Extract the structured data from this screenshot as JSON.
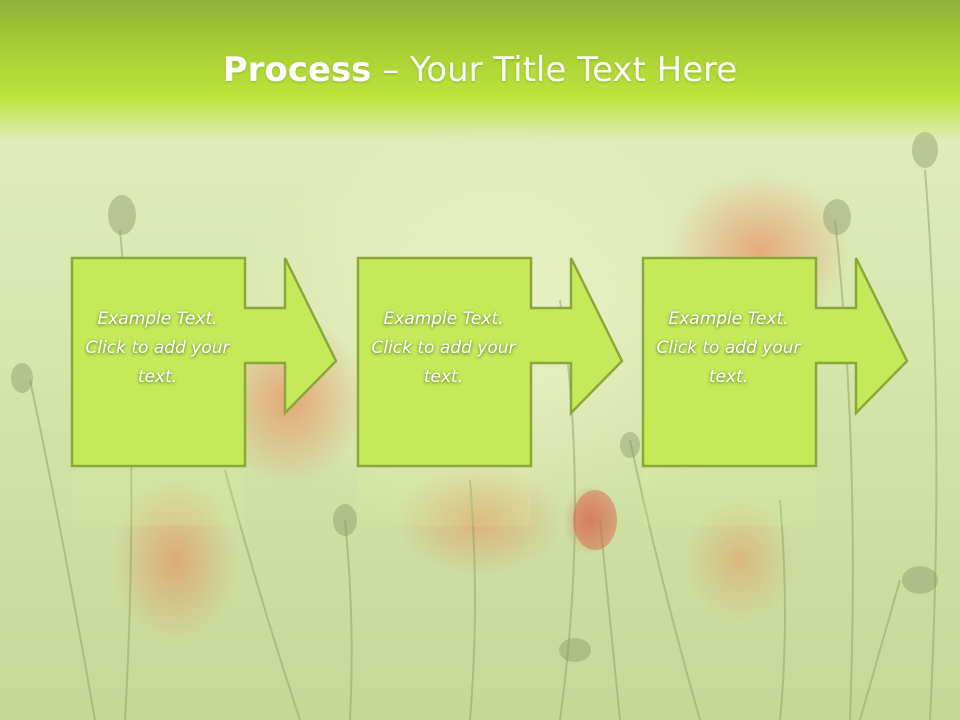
{
  "title": {
    "bold": "Process",
    "rest": " – Your Title Text Here"
  },
  "steps": [
    {
      "text": "Example Text. Click  to add your text."
    },
    {
      "text": "Example Text. Click  to add your text."
    },
    {
      "text": "Example Text. Click  to add your text."
    }
  ],
  "colors": {
    "title_band": "#a6cf33",
    "shape_fill": "#c4ea5a",
    "shape_border": "#8aa83a",
    "text": "#ffffff"
  },
  "icons": [
    "arrow-right-icon"
  ]
}
